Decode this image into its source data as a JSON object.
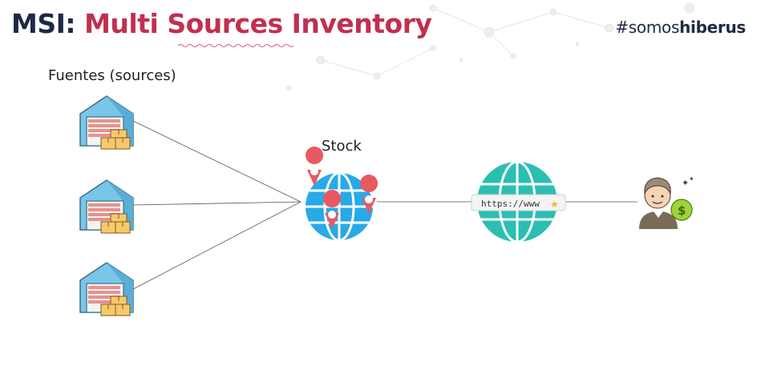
{
  "title": {
    "prefix": "MSI:",
    "rest": "Multi Sources Inventory"
  },
  "brand": {
    "part1": "#somos",
    "part2": "hiberus"
  },
  "diagram": {
    "sources_label": "Fuentes (sources)",
    "stock_label": "Stock",
    "url_bar_text": "https://www"
  },
  "colors": {
    "title_dark": "#1e2a44",
    "title_accent": "#c0304f",
    "globe_blue": "#29a9e6",
    "globe_teal": "#2bbfb1",
    "pin_red": "#e85a62",
    "warehouse_blue": "#79c6e8"
  },
  "icons": [
    "warehouse-icon",
    "warehouse-icon",
    "warehouse-icon",
    "globe-with-pins-icon",
    "web-globe-icon",
    "customer-with-coin-icon"
  ]
}
